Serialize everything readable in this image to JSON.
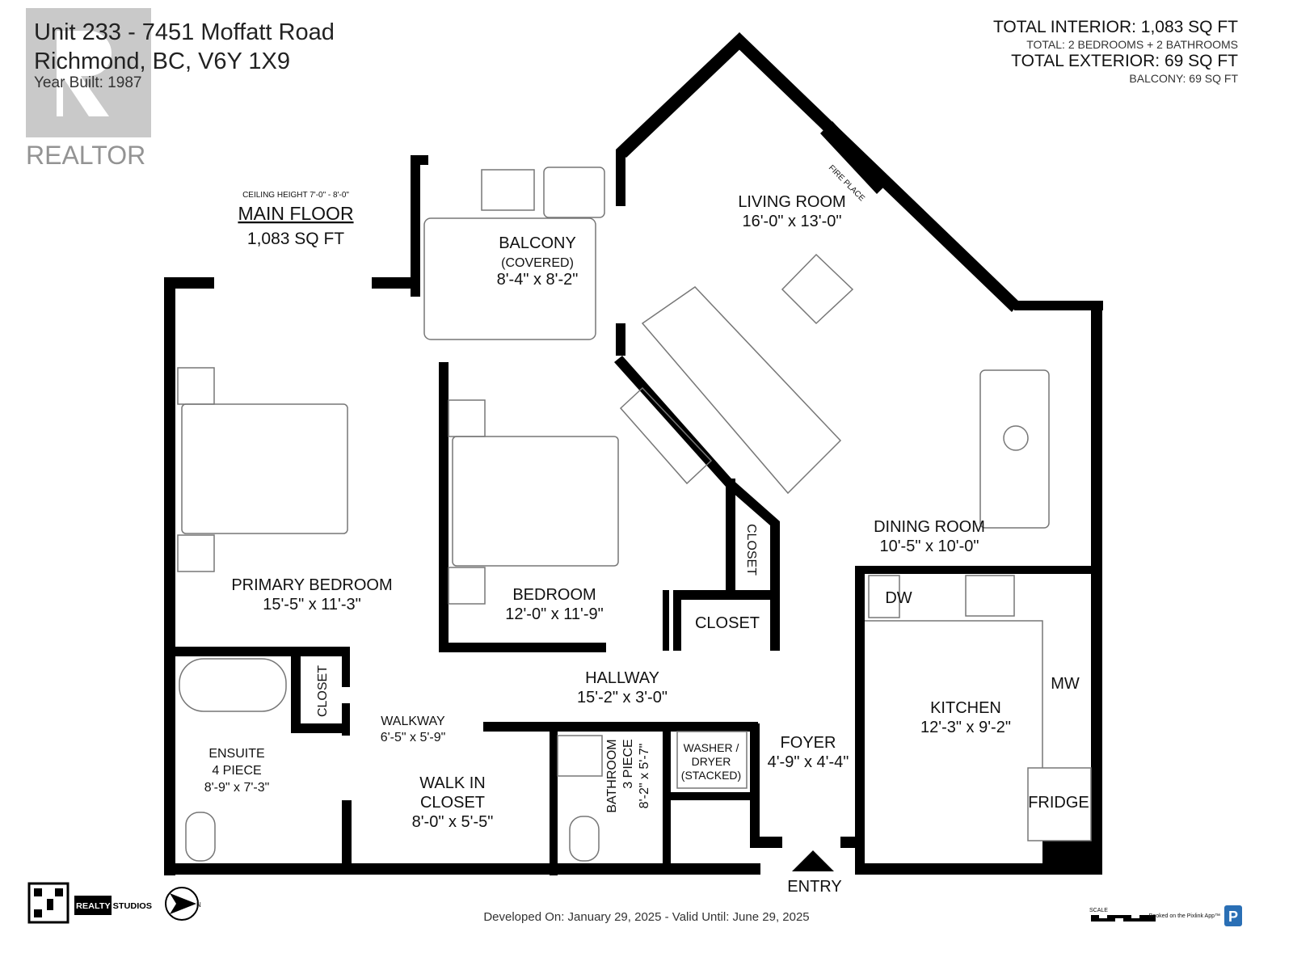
{
  "header": {
    "address_line1": "Unit 233 - 7451 Moffatt Road",
    "address_line2": "Richmond, BC, V6Y 1X9",
    "year_built": "Year Built: 1987",
    "watermark": "REALTOR®"
  },
  "totals": {
    "interior": "TOTAL INTERIOR: 1,083 SQ FT",
    "rooms": "TOTAL: 2 BEDROOMS + 2 BATHROOMS",
    "exterior": "TOTAL EXTERIOR: 69 SQ FT",
    "balcony": "BALCONY: 69 SQ FT"
  },
  "floor": {
    "ceiling": "CEILING HEIGHT 7'-0\" - 8'-0\"",
    "name": "MAIN FLOOR",
    "area": "1,083 SQ FT"
  },
  "rooms": {
    "living": {
      "name": "LIVING ROOM",
      "size": "16'-0\" x 13'-0\""
    },
    "fireplace": "FIRE PLACE",
    "balcony": {
      "name": "BALCONY",
      "note": "(COVERED)",
      "size": "8'-4\" x 8'-2\""
    },
    "dining": {
      "name": "DINING ROOM",
      "size": "10'-5\" x 10'-0\""
    },
    "primary": {
      "name": "PRIMARY BEDROOM",
      "size": "15'-5\" x 11'-3\""
    },
    "bedroom": {
      "name": "BEDROOM",
      "size": "12'-0\" x 11'-9\""
    },
    "closet1": "CLOSET",
    "closet2": "CLOSET",
    "closet3": "CLOSET",
    "hallway": {
      "name": "HALLWAY",
      "size": "15'-2\" x 3'-0\""
    },
    "kitchen": {
      "name": "KITCHEN",
      "size": "12'-3\" x 9'-2\""
    },
    "dw": "DW",
    "mw": "MW",
    "fridge": "FRIDGE",
    "walkway": {
      "name": "WALKWAY",
      "size": "6'-5\" x 5'-9\""
    },
    "ensuite": {
      "name": "ENSUITE",
      "note": "4 PIECE",
      "size": "8'-9\" x 7'-3\""
    },
    "walkin": {
      "name1": "WALK IN",
      "name2": "CLOSET",
      "size": "8'-0\" x 5'-5\""
    },
    "bathroom": {
      "name": "BATHROOM",
      "note": "3 PIECE",
      "size": "8'-2\" x 5'-7\""
    },
    "washer": {
      "l1": "WASHER /",
      "l2": "DRYER",
      "l3": "(STACKED)"
    },
    "foyer": {
      "name": "FOYER",
      "size": "4'-9\" x 4'-4\""
    },
    "entry": "ENTRY"
  },
  "footer": {
    "developed": "Developed On: January 29, 2025 - Valid Until: June 29, 2025",
    "brand": "REALTY STUDIOS",
    "scale": "SCALE",
    "booked": "Booked on the Pixlink App™",
    "compass": "N"
  }
}
